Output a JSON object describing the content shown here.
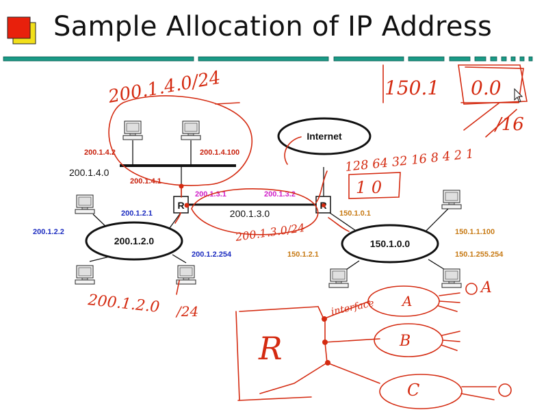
{
  "slide": {
    "title": "Sample Allocation of IP Address"
  },
  "colors": {
    "title_square_front": "#e8200c",
    "title_square_back": "#f2e01a",
    "rule": "#1a9a86",
    "red_label": "#c8200c",
    "blue_label": "#1c2cc0",
    "magenta_label": "#d020c8",
    "orange_label": "#c77a14",
    "handwriting": "#d42a10"
  },
  "network": {
    "internet_label": "Internet",
    "router_label": "R",
    "networks": {
      "net_200_1_4_0": "200.1.4.0",
      "net_200_1_2_0": "200.1.2.0",
      "net_200_1_3_0": "200.1.3.0",
      "net_150_1_0_0": "150.1.0.0"
    },
    "hosts": {
      "h_200_1_4_2": "200.1.4.2",
      "h_200_1_4_100": "200.1.4.100",
      "h_200_1_4_1": "200.1.4.1",
      "h_200_1_2_1": "200.1.2.1",
      "h_200_1_2_2": "200.1.2.2",
      "h_200_1_2_254": "200.1.2.254",
      "h_200_1_3_1": "200.1.3.1",
      "h_200_1_3_2": "200.1.3.2",
      "h_150_1_0_1": "150.1.0.1",
      "h_150_1_1_100": "150.1.1.100",
      "h_150_1_2_1": "150.1.2.1",
      "h_150_1_255_254": "150.1.255.254"
    }
  },
  "annotations": {
    "top_left": "200.1.4.0/24",
    "left_bottom": "200.1.2.0",
    "left_bottom_mask": "/24",
    "middle": "200.1.3.0/24",
    "top_right_a": "150.1",
    "top_right_b": "0.0",
    "slash_16": "/16",
    "bit_weights": "128 64 32 16 8 4 2 1",
    "bits": "1  0",
    "right_r": "R",
    "cloud_a": "A",
    "cloud_b": "B",
    "cloud_c": "C",
    "outside_a": "A",
    "interface_note": "interface"
  }
}
